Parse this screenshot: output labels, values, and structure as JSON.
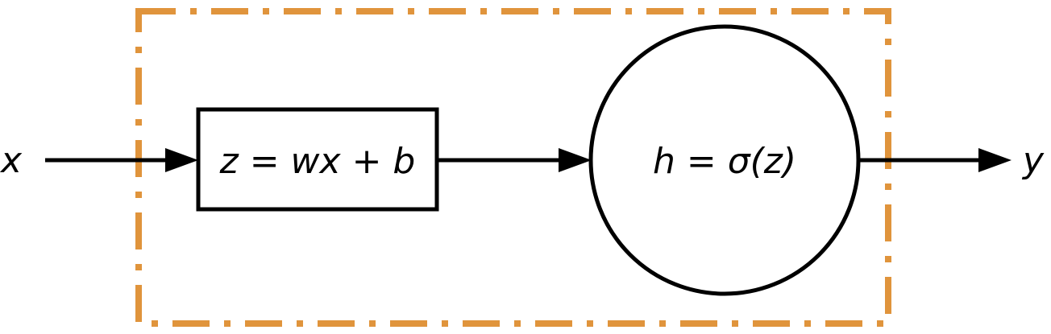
{
  "diagram": {
    "input_label": "x",
    "output_label": "y",
    "linear_node": {
      "label": "z = wx + b",
      "shape": "rectangle"
    },
    "activation_node": {
      "label": "h = σ(z)",
      "shape": "circle"
    },
    "group_box": {
      "style": "dash-dot"
    },
    "edges": [
      {
        "from": "input",
        "to": "linear_node"
      },
      {
        "from": "linear_node",
        "to": "activation_node"
      },
      {
        "from": "activation_node",
        "to": "output"
      }
    ]
  },
  "colors": {
    "stroke": "#000000",
    "group_border": "#e0943c",
    "background": "#ffffff"
  }
}
